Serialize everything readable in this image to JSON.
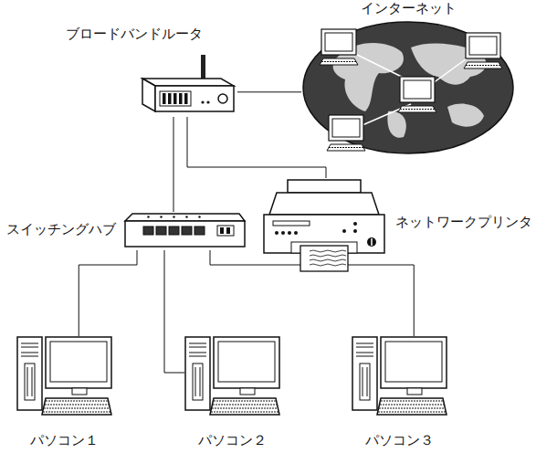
{
  "diagram": {
    "nodes": [
      {
        "text": [
          "インターネット"
        ]
      },
      {
        "text": [
          "ブロードバンドルータ"
        ]
      },
      {
        "text": [
          "スイッチングハブ"
        ]
      },
      {
        "text": [
          "ネットワークプリンタ"
        ]
      },
      {
        "text": [
          "パソコン１"
        ]
      },
      {
        "text": [
          "パソコン２"
        ]
      },
      {
        "text": [
          "パソコン３"
        ]
      }
    ],
    "edges": [
      {
        "from": 1,
        "to": 0,
        "arrow": "none"
      },
      {
        "from": 1,
        "to": 2,
        "arrow": "none"
      },
      {
        "from": 1,
        "to": 3,
        "arrow": "none"
      },
      {
        "from": 2,
        "to": 4,
        "arrow": "none"
      },
      {
        "from": 2,
        "to": 5,
        "arrow": "none"
      },
      {
        "from": 2,
        "to": 6,
        "arrow": "none"
      }
    ]
  }
}
